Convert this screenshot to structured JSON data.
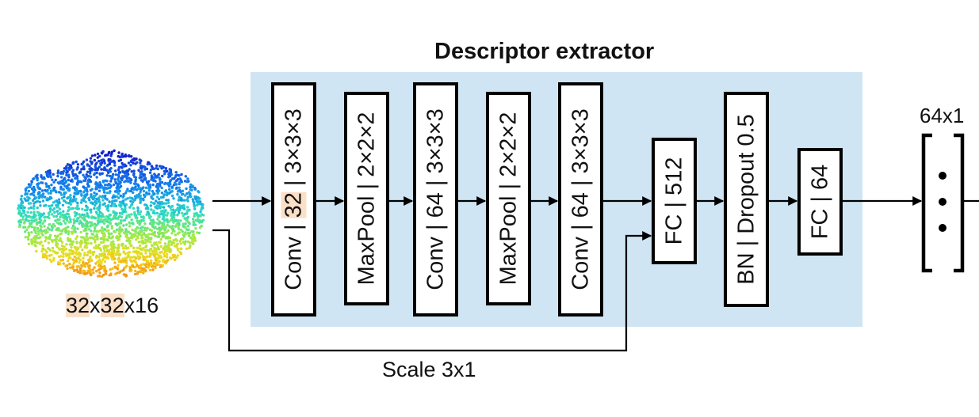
{
  "title": "Descriptor extractor",
  "input": {
    "dims_parts": [
      "32",
      "x",
      "32",
      "x16"
    ],
    "highlight_color": "#fbe0c8"
  },
  "layers": [
    {
      "id": "conv1",
      "text_parts": [
        "Conv | ",
        "32",
        " | 3×3×3"
      ],
      "highlight_index": 1
    },
    {
      "id": "maxpool1",
      "text_parts": [
        "MaxPool | 2×2×2"
      ]
    },
    {
      "id": "conv2",
      "text_parts": [
        "Conv | 64 | 3×3×3"
      ]
    },
    {
      "id": "maxpool2",
      "text_parts": [
        "MaxPool | 2×2×2"
      ]
    },
    {
      "id": "conv3",
      "text_parts": [
        "Conv | 64 | 3×3×3"
      ]
    },
    {
      "id": "fc1",
      "text_parts": [
        "FC | 512"
      ]
    },
    {
      "id": "bn-dropout",
      "text_parts": [
        "BN | Dropout 0.5"
      ]
    },
    {
      "id": "fc2",
      "text_parts": [
        "FC | 64"
      ]
    }
  ],
  "scale_label": "Scale 3x1",
  "output_dims": "64x1",
  "colors": {
    "panel": "#cfe5f3",
    "line": "#000000"
  }
}
